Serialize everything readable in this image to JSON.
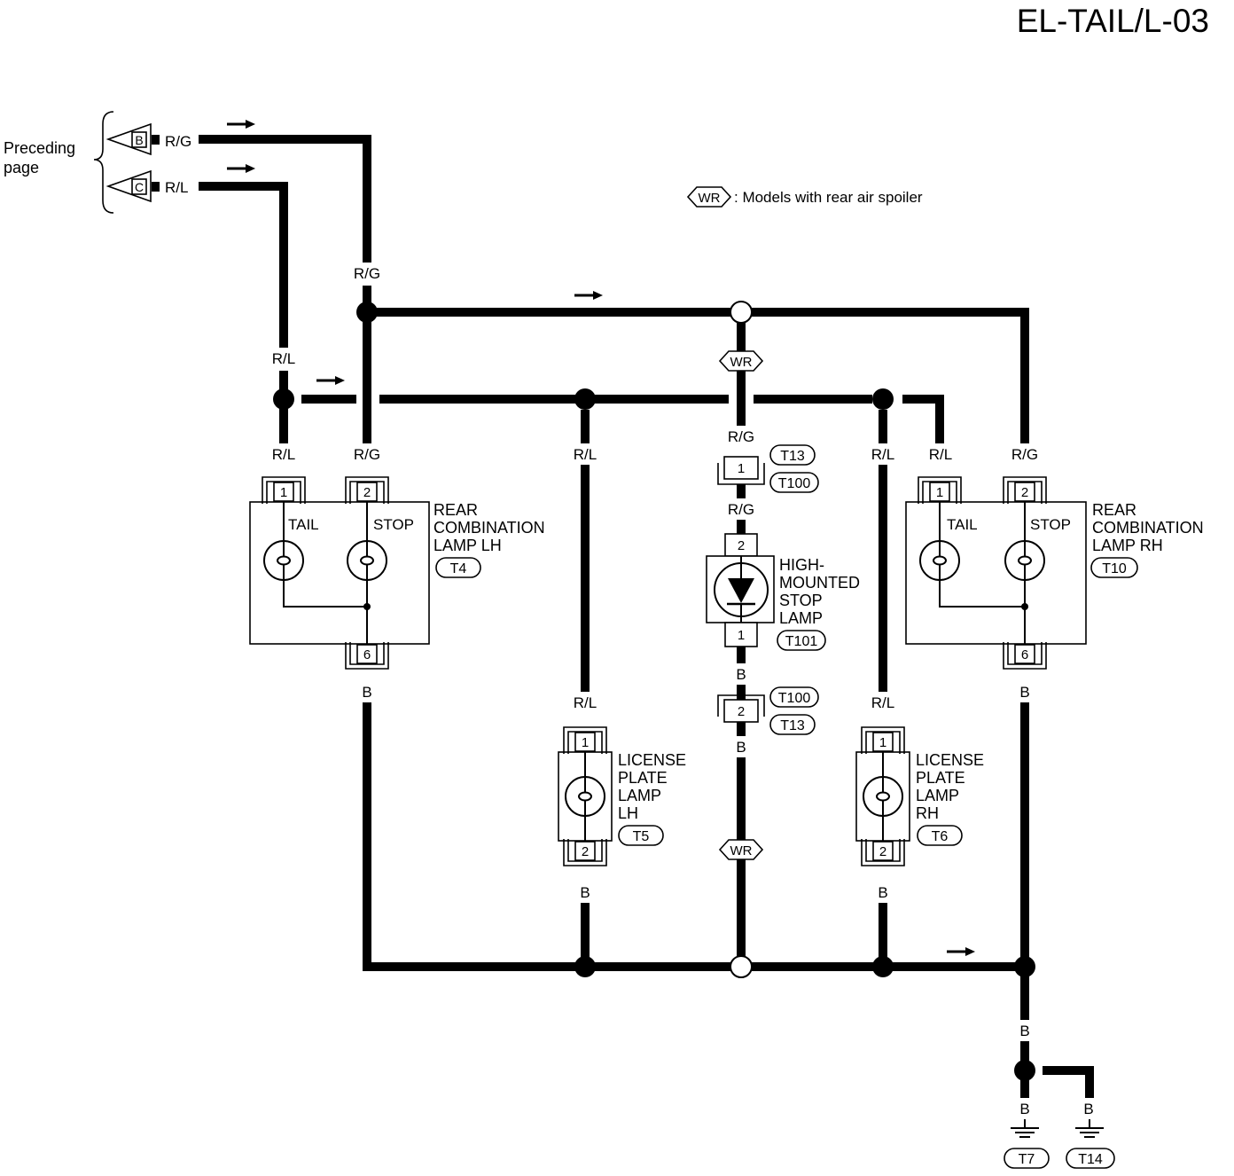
{
  "header": {
    "code": "EL-TAIL/L-03"
  },
  "preceding_page": {
    "line1": "Preceding",
    "line2": "page"
  },
  "inputs": [
    {
      "letter": "B",
      "wire": "R/G"
    },
    {
      "letter": "C",
      "wire": "R/L"
    }
  ],
  "legend": {
    "tag": "WR",
    "text": ": Models with rear air spoiler"
  },
  "wire_labels": {
    "rg_feed": "R/G",
    "rl_feed": "R/L",
    "lh_tail": "R/L",
    "lh_stop": "R/G",
    "lic_lh_top": "R/L",
    "hmsl_feed": "R/G",
    "lic_rh_top": "R/L",
    "rh_tail": "R/L",
    "rh_stop": "R/G",
    "hmsl_pin2": "R/G",
    "lh_ground": "B",
    "hmsl_ground": "B",
    "hmsl_ground2": "B",
    "lic_lh_pin1": "R/L",
    "lic_rh_pin1": "R/L",
    "lic_lh_ground": "B",
    "lic_rh_ground": "B",
    "rh_ground": "B",
    "main_ground": "B",
    "ground_t7": "B",
    "ground_t14": "B"
  },
  "rear_lamp_lh": {
    "name": [
      "REAR",
      "COMBINATION",
      "LAMP LH"
    ],
    "connector": "T4",
    "pins": {
      "tail": "1",
      "stop": "2",
      "ground": "6"
    },
    "bulbs": {
      "tail": "TAIL",
      "stop": "STOP"
    }
  },
  "rear_lamp_rh": {
    "name": [
      "REAR",
      "COMBINATION",
      "LAMP RH"
    ],
    "connector": "T10",
    "pins": {
      "tail": "1",
      "stop": "2",
      "ground": "6"
    },
    "bulbs": {
      "tail": "TAIL",
      "stop": "STOP"
    }
  },
  "license_lamp_lh": {
    "name": [
      "LICENSE",
      "PLATE",
      "LAMP",
      "LH"
    ],
    "connector": "T5",
    "pins": {
      "input": "1",
      "ground": "2"
    }
  },
  "license_lamp_rh": {
    "name": [
      "LICENSE",
      "PLATE",
      "LAMP",
      "RH"
    ],
    "connector": "T6",
    "pins": {
      "input": "1",
      "ground": "2"
    }
  },
  "high_mounted_stop_lamp": {
    "name": [
      "HIGH-",
      "MOUNTED",
      "STOP",
      "LAMP"
    ],
    "connector": "T101",
    "pins": {
      "input": "2",
      "ground": "1"
    }
  },
  "joint_upper": {
    "pin": "1",
    "connectors": [
      "T13",
      "T100"
    ]
  },
  "joint_lower": {
    "pin": "2",
    "connectors": [
      "T100",
      "T13"
    ]
  },
  "grounds": [
    "T7",
    "T14"
  ]
}
